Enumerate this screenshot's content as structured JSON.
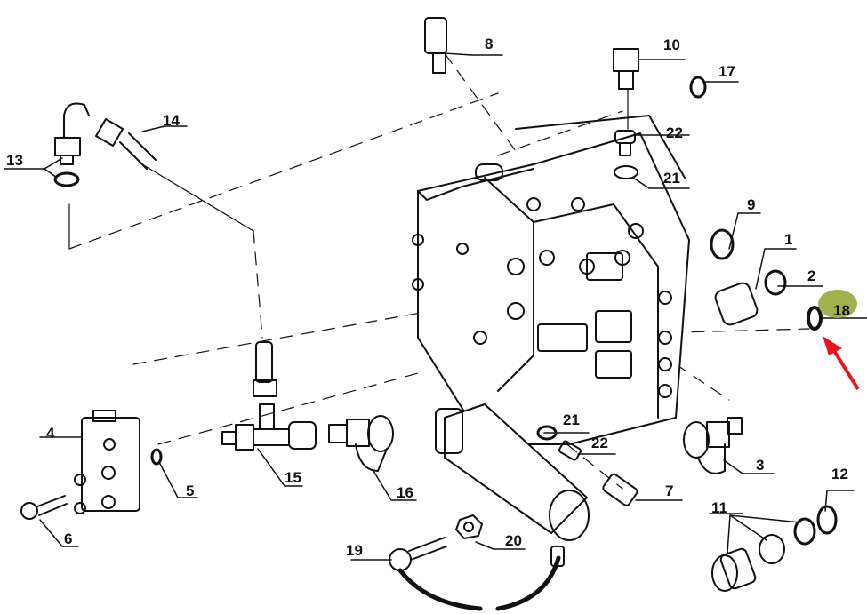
{
  "diagram": {
    "title": "Hydraulic control valve assembly - exploded parts view",
    "highlight_color": "#a3b04f",
    "arrow_color": "#e8141c",
    "highlighted_part": "18",
    "labels": [
      {
        "id": "1",
        "text": "1"
      },
      {
        "id": "2",
        "text": "2"
      },
      {
        "id": "3",
        "text": "3"
      },
      {
        "id": "4",
        "text": "4"
      },
      {
        "id": "5",
        "text": "5"
      },
      {
        "id": "6",
        "text": "6"
      },
      {
        "id": "7",
        "text": "7"
      },
      {
        "id": "8",
        "text": "8"
      },
      {
        "id": "9",
        "text": "9"
      },
      {
        "id": "10",
        "text": "10"
      },
      {
        "id": "11",
        "text": "11"
      },
      {
        "id": "12",
        "text": "12"
      },
      {
        "id": "13",
        "text": "13"
      },
      {
        "id": "14",
        "text": "14"
      },
      {
        "id": "15",
        "text": "15"
      },
      {
        "id": "16",
        "text": "16"
      },
      {
        "id": "17",
        "text": "17"
      },
      {
        "id": "18",
        "text": "18"
      },
      {
        "id": "19",
        "text": "19"
      },
      {
        "id": "20",
        "text": "20"
      },
      {
        "id": "21a",
        "text": "21"
      },
      {
        "id": "21b",
        "text": "21"
      },
      {
        "id": "22a",
        "text": "22"
      },
      {
        "id": "22b",
        "text": "22"
      }
    ]
  }
}
